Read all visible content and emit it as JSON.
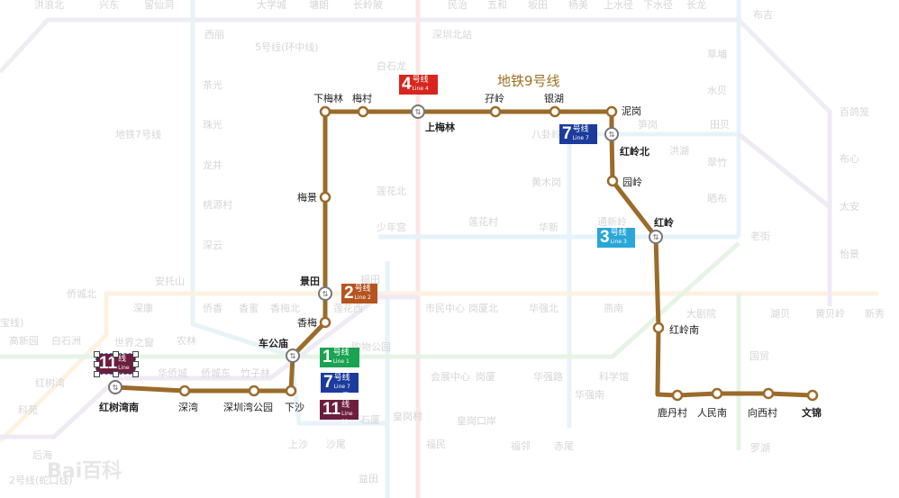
{
  "colors": {
    "line9": "#9b6b2a",
    "line1": "#1aa351",
    "line2": "#b5541f",
    "line3": "#2aa6d9",
    "line4": "#d8261f",
    "line7": "#1c3b9c",
    "line11": "#6c1e3e",
    "faded_text": "#d6d6d6"
  },
  "line9": {
    "title": "地铁9号线",
    "stations": [
      {
        "name": "红树湾南",
        "transfer": true,
        "bold": true
      },
      {
        "name": "深湾",
        "transfer": false,
        "bold": false
      },
      {
        "name": "深圳湾公园",
        "transfer": false,
        "bold": false
      },
      {
        "name": "下沙",
        "transfer": false,
        "bold": false
      },
      {
        "name": "车公庙",
        "transfer": true,
        "bold": true
      },
      {
        "name": "香梅",
        "transfer": false,
        "bold": false
      },
      {
        "name": "景田",
        "transfer": true,
        "bold": true
      },
      {
        "name": "梅景",
        "transfer": false,
        "bold": false
      },
      {
        "name": "下梅林",
        "transfer": false,
        "bold": false
      },
      {
        "name": "梅村",
        "transfer": false,
        "bold": false
      },
      {
        "name": "上梅林",
        "transfer": true,
        "bold": true
      },
      {
        "name": "孖岭",
        "transfer": false,
        "bold": false
      },
      {
        "name": "银湖",
        "transfer": false,
        "bold": false
      },
      {
        "name": "泥岗",
        "transfer": false,
        "bold": false
      },
      {
        "name": "红岭北",
        "transfer": true,
        "bold": true
      },
      {
        "name": "园岭",
        "transfer": false,
        "bold": false
      },
      {
        "name": "红岭",
        "transfer": true,
        "bold": true
      },
      {
        "name": "红岭南",
        "transfer": false,
        "bold": false
      },
      {
        "name": "鹿丹村",
        "transfer": false,
        "bold": false
      },
      {
        "name": "人民南",
        "transfer": false,
        "bold": false
      },
      {
        "name": "向西村",
        "transfer": false,
        "bold": false
      },
      {
        "name": "文锦",
        "transfer": false,
        "bold": true
      }
    ]
  },
  "badges": [
    {
      "num": "4",
      "cn": "号线",
      "en": "Line 4",
      "color": "#d8261f"
    },
    {
      "num": "7",
      "cn": "号线",
      "en": "Line 7",
      "color": "#1c3b9c"
    },
    {
      "num": "3",
      "cn": "号线",
      "en": "Line 3",
      "color": "#2aa6d9"
    },
    {
      "num": "2",
      "cn": "号线",
      "en": "Line 2",
      "color": "#b5541f"
    },
    {
      "num": "1",
      "cn": "号线",
      "en": "Line 1",
      "color": "#1aa351"
    },
    {
      "num": "7",
      "cn": "号线",
      "en": "Line 7",
      "color": "#1c3b9c"
    },
    {
      "num": "11",
      "cn": "号线",
      "en": "Line 11",
      "color": "#6c1e3e"
    },
    {
      "num": "11",
      "cn": "号线",
      "en": "Line 11",
      "color": "#6c1e3e"
    }
  ],
  "background_labels": [
    "洪浪北",
    "兴东",
    "留仙洞",
    "大学城",
    "塘朗",
    "长岭陂",
    "民治",
    "五和",
    "坂田",
    "杨美",
    "上水径",
    "下水径",
    "长龙",
    "布吉",
    "西丽",
    "5号线(环中线)",
    "深圳北站",
    "白石龙",
    "茶光",
    "珠光",
    "龙井",
    "桃源村",
    "深云",
    "地铁7号线",
    "草埔",
    "水贝",
    "百鸽笼",
    "田贝",
    "笋岗",
    "洪湖",
    "布心",
    "翠竹",
    "黄木岗",
    "晒布",
    "太安",
    "莲花北",
    "少年宫",
    "莲花村",
    "华新",
    "通新岭",
    "老街",
    "怡景",
    "八卦岭",
    "侨城北",
    "安托山",
    "深康",
    "侨香",
    "香蜜",
    "香梅北",
    "福田",
    "莲花西",
    "市民中心",
    "岗厦北",
    "华强北",
    "燕南",
    "大剧院",
    "湖贝",
    "黄贝岭",
    "新秀",
    "宝线)",
    "高新园",
    "白石洲",
    "世界之窗",
    "农林",
    "购物公园",
    "会展中心",
    "岗厦",
    "华强路",
    "科学馆",
    "国贸",
    "红树湾",
    "华侨城",
    "侨城东",
    "竹子林",
    "华强南",
    "科苑",
    "石厦",
    "皇岗村",
    "皇岗口岸",
    "上沙",
    "沙尾",
    "福民",
    "福邻",
    "赤尾",
    "罗湖",
    "后海",
    "益田",
    "2号线(蛇口线)"
  ],
  "watermark": "Bai百科"
}
